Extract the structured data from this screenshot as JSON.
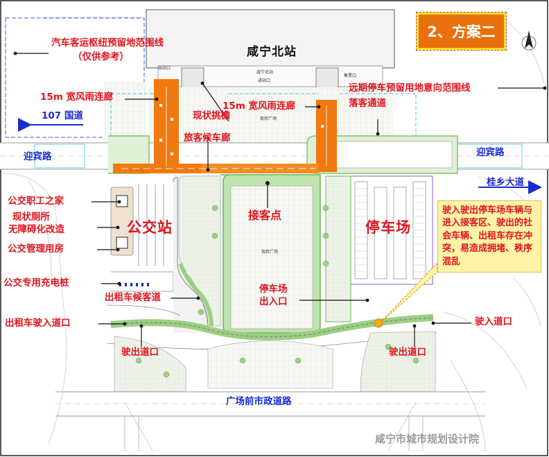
{
  "title": "2、方案二",
  "station_name": "咸宁北站",
  "institute": "咸宁市城市规划设计院",
  "labels": {
    "reserved_hub": "汽车客运枢纽预留地范围线",
    "reserved_hub_note": "（仅供参考）",
    "corridor_left": "15m 宽风雨连廊",
    "corridor_right": "15m 宽风雨连廊",
    "canopy": "现状挑檐",
    "waiting_corridor": "旅客候车廊",
    "future_parking": "远期停车预留用地意向范围线",
    "dropoff": "落客通道",
    "road_107": "107 国道",
    "road_yingbin_left": "迎宾路",
    "road_yingbin_right": "迎宾路",
    "road_guixiang": "桂乡大道",
    "road_plaza_front": "广场前市政道路",
    "bus_staff_home": "公交职工之家",
    "toilet_line1": "现状厕所",
    "toilet_line2": "无障碍化改造",
    "bus_mgmt": "公交管理用房",
    "bus_charging": "公交专用充电桩",
    "bus_station": "公交站",
    "taxi_waiting": "出租车候客道",
    "taxi_entrance": "出租车驶入道口",
    "exit_left": "驶出道口",
    "pickup": "接客点",
    "parking_gate_line1": "停车场",
    "parking_gate_line2": "出入口",
    "parking_lot": "停车场",
    "entrance_right": "驶入道口",
    "exit_right": "驶出道口"
  },
  "note": "驶入驶出停车场车辆与进入接客区、驶出的社会车辆、出租车存在冲突，易造成拥堵、秩序混乱",
  "plan_small_text": {
    "exit_gate": "出站口",
    "ticket_office": "售票口",
    "station_plan": "咸宁北站",
    "inbound": "进站口",
    "existing_square_1": "现状广场",
    "existing_square_2": "现状广场"
  },
  "colors": {
    "corridor_orange": "#f07a10",
    "green_strip": "#9ad07d",
    "road_blue_arrow": "#1a2ccc",
    "label_red": "#e0141e",
    "title_fill": "#e8700d",
    "note_fill": "#fff3a8"
  },
  "icons": {
    "north_arrow": "north-arrow-icon",
    "conflict_point": "conflict-point-icon"
  }
}
